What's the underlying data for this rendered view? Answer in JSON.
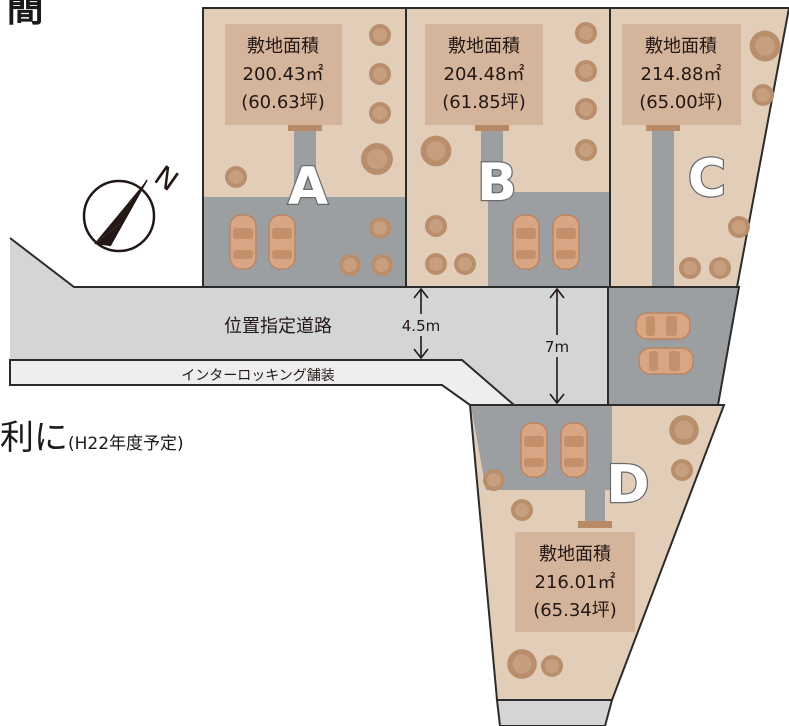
{
  "fragments": {
    "top_char": "簡",
    "left_text": "利に",
    "left_text_note": "(H22年度予定)"
  },
  "road": {
    "name": "位置指定道路",
    "paving": "インターロッキング舗装",
    "width_main": "4.5m",
    "width_wide": "7m"
  },
  "lots": [
    {
      "letter": "A",
      "area_label": "敷地面積",
      "area_value": "200.43㎡",
      "area_tsubo": "(60.63坪)"
    },
    {
      "letter": "B",
      "area_label": "敷地面積",
      "area_value": "204.48㎡",
      "area_tsubo": "(61.85坪)"
    },
    {
      "letter": "C",
      "area_label": "敷地面積",
      "area_value": "214.88㎡",
      "area_tsubo": "(65.00坪)"
    },
    {
      "letter": "D",
      "area_label": "敷地面積",
      "area_value": "216.01㎡",
      "area_tsubo": "(65.34坪)"
    }
  ],
  "compass": {
    "label": "N",
    "icon": "north-arrow-icon"
  },
  "colors": {
    "lot": "#e2cdb8",
    "lot_border": "#2b2b2b",
    "parking": "#9c9fa2",
    "road": "#d4d5d7",
    "paving_strip": "#eeeeef",
    "label_box": "#d4b49a",
    "tree": "#b88e6c",
    "car": "#d9a684"
  }
}
